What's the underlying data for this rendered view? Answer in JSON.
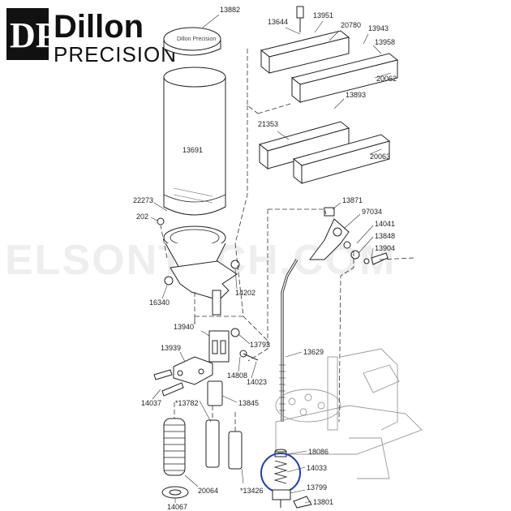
{
  "brand": {
    "monogram": "DP",
    "name": "Dillon",
    "sub": "PRECISION",
    "cap_text": "Dillon Precision"
  },
  "watermark": "ELSONTECH.COM",
  "highlight_color": "#1a3fb0",
  "parts": {
    "p13882": "13882",
    "p13644": "13644",
    "p13951": "13951",
    "p20780": "20780",
    "p13943": "13943",
    "p13958": "13958",
    "p20062": "20062",
    "p13893": "13893",
    "p21353": "21353",
    "p20063": "20063",
    "p13691": "13691",
    "p22273": "22273",
    "p202": "202",
    "p13871": "13871",
    "p97034": "97034",
    "p14041": "14041",
    "p13848": "13848",
    "p13904": "13904",
    "p14202": "14202",
    "p16340": "16340",
    "p13940": "13940",
    "p13793": "13793",
    "p13939": "13939",
    "p14808": "14808",
    "p14023": "14023",
    "p13629": "13629",
    "p14037": "14037",
    "p13782": "*13782",
    "p13845": "13845",
    "p18086": "18086",
    "p14033": "14033",
    "p13799": "13799",
    "p20064": "20064",
    "p13426": "*13426",
    "p13801": "13801",
    "p14067": "14067"
  }
}
